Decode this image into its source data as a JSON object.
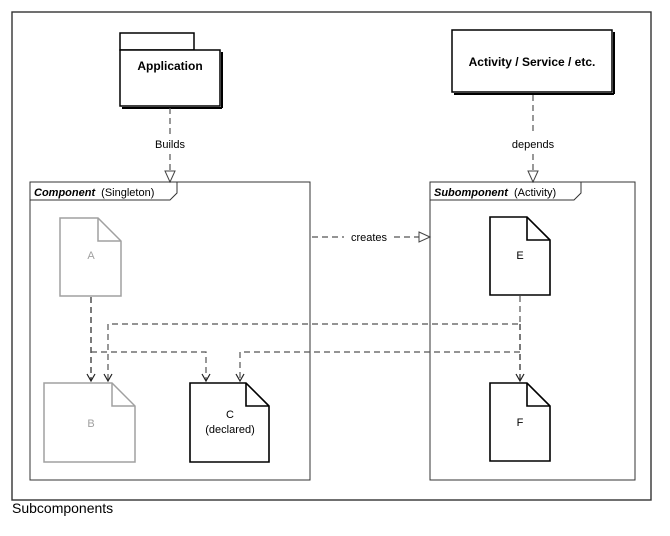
{
  "nodes": {
    "application": {
      "label": "Application"
    },
    "activity": {
      "label": "Activity / Service / etc."
    },
    "component": {
      "name": "Component",
      "qualifier": "(Singleton)"
    },
    "subcomponent": {
      "name": "Subomponent",
      "qualifier": "(Activity)"
    },
    "doc_a": {
      "label": "A"
    },
    "doc_b": {
      "label": "B"
    },
    "doc_c": {
      "label": "C",
      "sublabel": "(declared)"
    },
    "doc_e": {
      "label": "E"
    },
    "doc_f": {
      "label": "F"
    }
  },
  "edges": {
    "builds": "Builds",
    "depends": "depends",
    "creates": "creates"
  },
  "caption": "Subcomponents",
  "colors": {
    "line": "#000000",
    "faded": "#a0a0a0",
    "dash": "#555555"
  }
}
